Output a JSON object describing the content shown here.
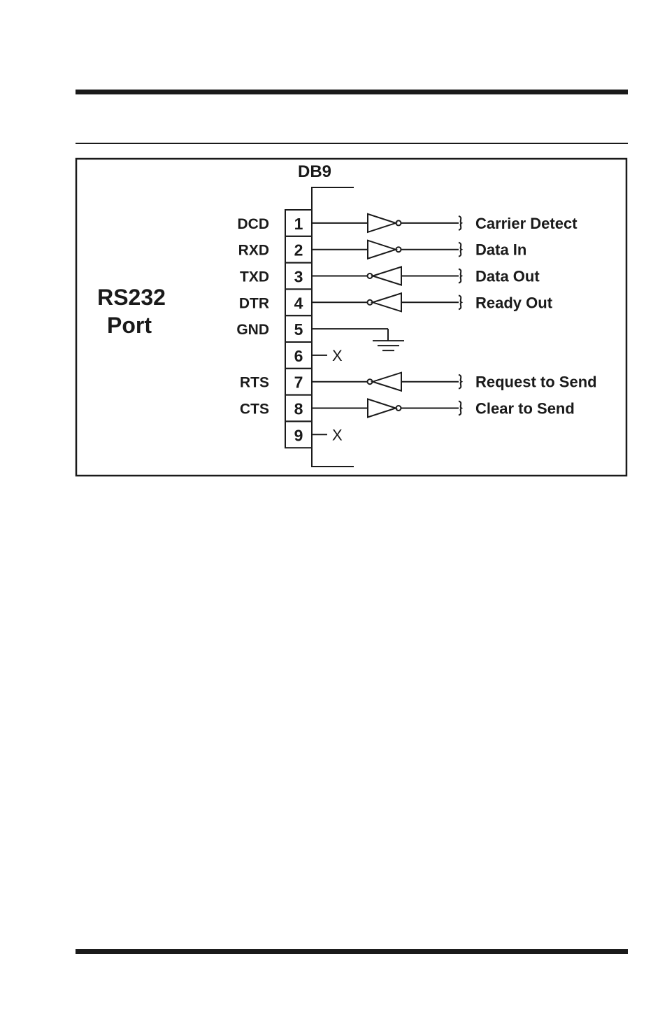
{
  "connector_label": "DB9",
  "port_title": [
    "RS232",
    "Port"
  ],
  "pins": [
    {
      "num": "1",
      "signal": "DCD",
      "kind": "in",
      "desc": "Carrier Detect"
    },
    {
      "num": "2",
      "signal": "RXD",
      "kind": "in",
      "desc": "Data In"
    },
    {
      "num": "3",
      "signal": "TXD",
      "kind": "out",
      "desc": "Data Out"
    },
    {
      "num": "4",
      "signal": "DTR",
      "kind": "out",
      "desc": "Ready Out"
    },
    {
      "num": "5",
      "signal": "GND",
      "kind": "ground",
      "desc": ""
    },
    {
      "num": "6",
      "signal": "",
      "kind": "nc",
      "desc": ""
    },
    {
      "num": "7",
      "signal": "RTS",
      "kind": "out",
      "desc": "Request to Send"
    },
    {
      "num": "8",
      "signal": "CTS",
      "kind": "in",
      "desc": "Clear to Send"
    },
    {
      "num": "9",
      "signal": "",
      "kind": "nc",
      "desc": ""
    }
  ],
  "nc_mark": "X"
}
